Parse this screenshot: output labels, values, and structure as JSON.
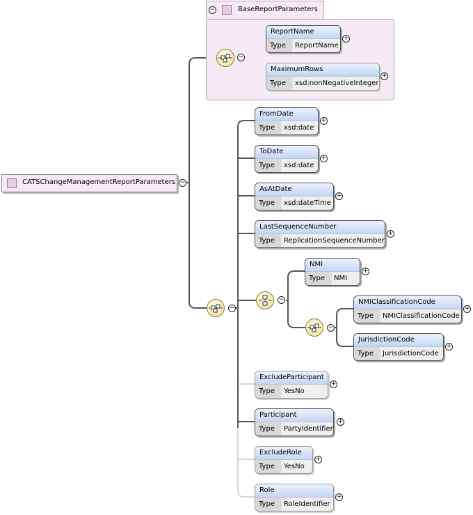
{
  "root": {
    "label": "CATSChangeManagementReportParameters"
  },
  "base_group": {
    "label": "BaseReportParameters",
    "elements": [
      {
        "name": "ReportName",
        "type_key": "Type",
        "type_value": "ReportName"
      },
      {
        "name": "MaximumRows",
        "type_key": "Type",
        "type_value": "xsd:nonNegativeInteger"
      }
    ]
  },
  "sequence": {
    "elements": [
      {
        "name": "FromDate",
        "type_key": "Type",
        "type_value": "xsd:date"
      },
      {
        "name": "ToDate",
        "type_key": "Type",
        "type_value": "xsd:date"
      },
      {
        "name": "AsAtDate",
        "type_key": "Type",
        "type_value": "xsd:dateTime"
      },
      {
        "name": "LastSequenceNumber",
        "type_key": "Type",
        "type_value": "ReplicationSequenceNumber"
      },
      {
        "name": "ExcludeParticipant",
        "type_key": "Type",
        "type_value": "YesNo"
      },
      {
        "name": "Participant",
        "type_key": "Type",
        "type_value": "PartyIdentifier"
      },
      {
        "name": "ExcludeRole",
        "type_key": "Type",
        "type_value": "YesNo"
      },
      {
        "name": "Role",
        "type_key": "Type",
        "type_value": "RoleIdentifier"
      }
    ],
    "choice": {
      "elements": [
        {
          "name": "NMI",
          "type_key": "Type",
          "type_value": "NMI"
        }
      ],
      "sequence": {
        "elements": [
          {
            "name": "NMIClassificationCode",
            "type_key": "Type",
            "type_value": "NMIClassificationCode"
          },
          {
            "name": "JurisdictionCode",
            "type_key": "Type",
            "type_value": "JurisdictionCode"
          }
        ]
      }
    }
  },
  "symbols": {
    "expand": "+",
    "collapse": "−"
  },
  "colors": {
    "element_header": "#c2d6f5",
    "element_body": "#e6e6e6",
    "group_fill": "#f6eaf5",
    "compositor_fill": "#f1df9a",
    "line": "#555555",
    "optional_line": "#b0b0b0"
  }
}
